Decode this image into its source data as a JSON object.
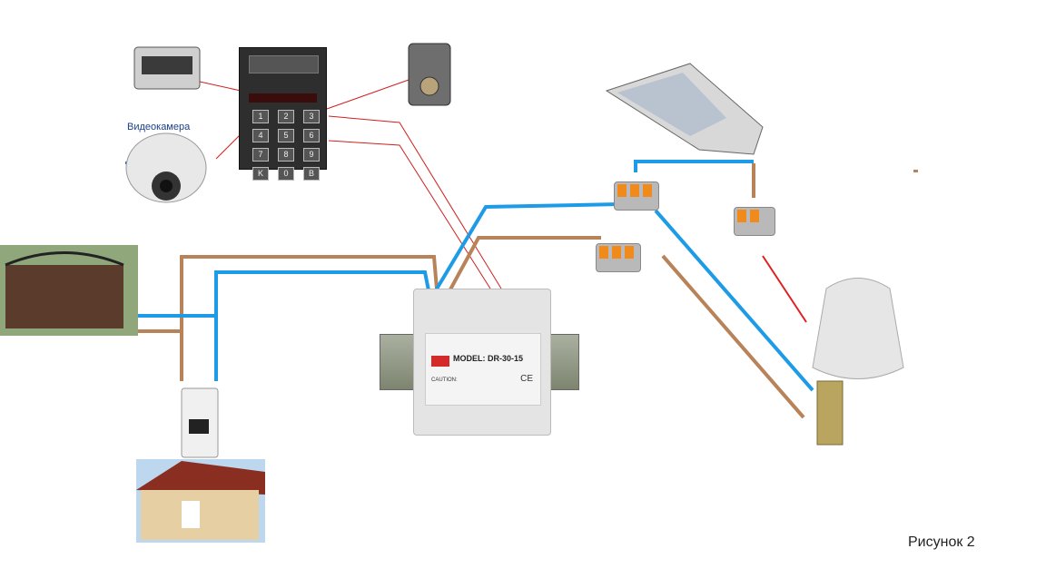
{
  "labels": {
    "camera": "Видеокамера",
    "figure": "Рисунок 2"
  },
  "keypad": {
    "keys": [
      "1",
      "2",
      "3",
      "4",
      "5",
      "6",
      "7",
      "8",
      "9",
      "K",
      "0",
      "B"
    ]
  },
  "power_supply": {
    "model": "MODEL: DR-30-15",
    "caution": "CAUTION:",
    "ce_mark": "CE"
  },
  "colors": {
    "blue_wire": "#1e9be6",
    "brown_wire": "#b9835a",
    "red_wire": "#e02020"
  }
}
